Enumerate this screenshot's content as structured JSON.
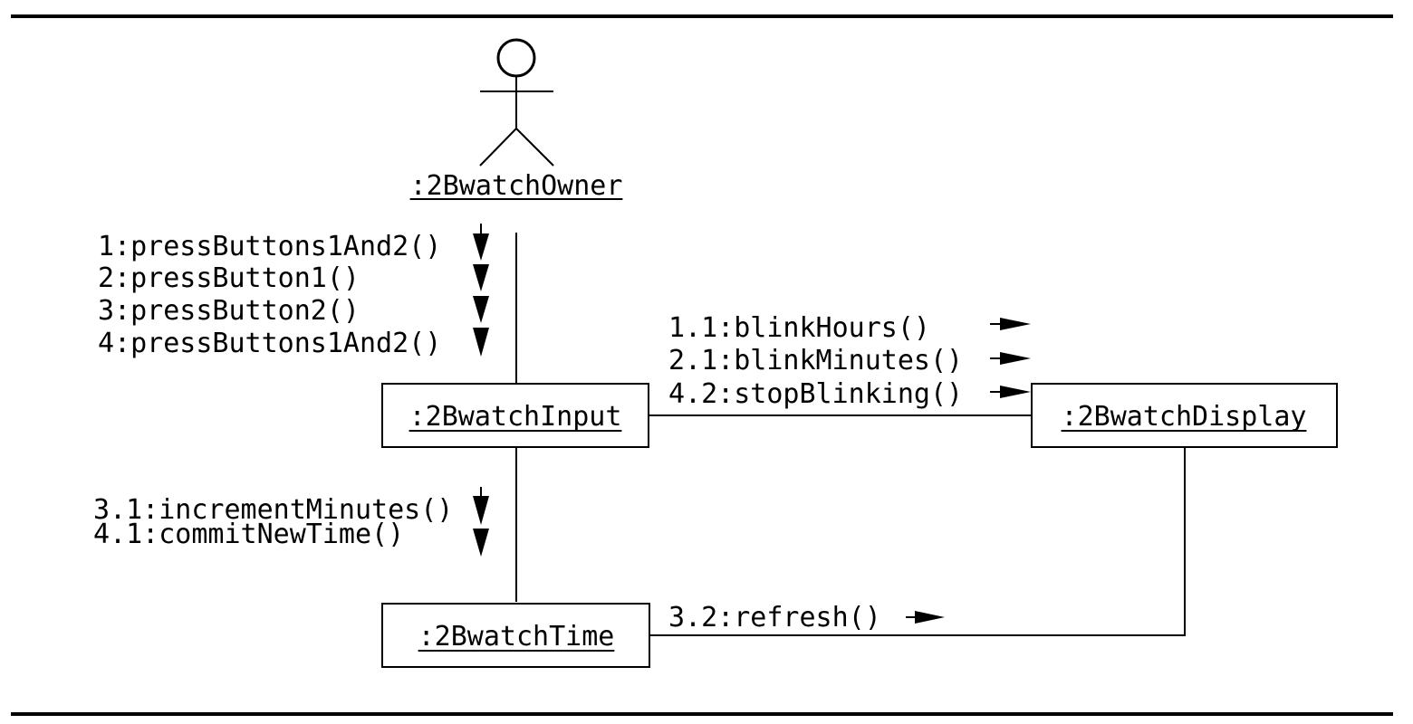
{
  "actor": {
    "name": ":2BwatchOwner"
  },
  "objects": {
    "input": ":2BwatchInput",
    "display": ":2BwatchDisplay",
    "time": ":2BwatchTime"
  },
  "messages": {
    "owner_to_input": [
      "1:pressButtons1And2()",
      "2:pressButton1()",
      "3:pressButton2()",
      "4:pressButtons1And2()"
    ],
    "input_to_display": [
      "1.1:blinkHours()",
      "2.1:blinkMinutes()",
      "4.2:stopBlinking()"
    ],
    "input_to_time": [
      "3.1:incrementMinutes()",
      "4.1:commitNewTime()"
    ],
    "time_to_display": [
      "3.2:refresh()"
    ]
  }
}
